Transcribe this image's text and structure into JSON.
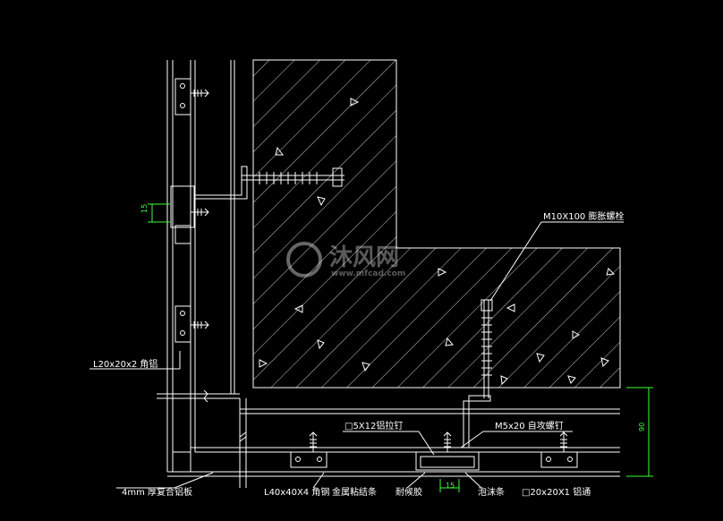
{
  "labels": {
    "bolt": "M10X100 膨胀螺栓",
    "angle_aluminum": "L20x20x2 角铝",
    "rivet": "□5X12铝拉钉",
    "screw": "M5x20 自攻螺钉",
    "panel": "4mm 厚复合铝板",
    "angle_steel": "L40x40X4 角钢",
    "adhesive_strip": "金属粘结条",
    "sealant": "耐候胶",
    "foam_strip": "泡沫条",
    "aluminum_tube": "□20x20X1 铝通"
  },
  "dimensions": {
    "left_gap": "15",
    "bottom_gap": "15",
    "depth": "90"
  },
  "watermark": {
    "brand": "沐风网",
    "url": "www.mfcad.com"
  },
  "colors": {
    "background": "#000000",
    "lines": "#ffffff",
    "dimension": "#3cff3c"
  }
}
